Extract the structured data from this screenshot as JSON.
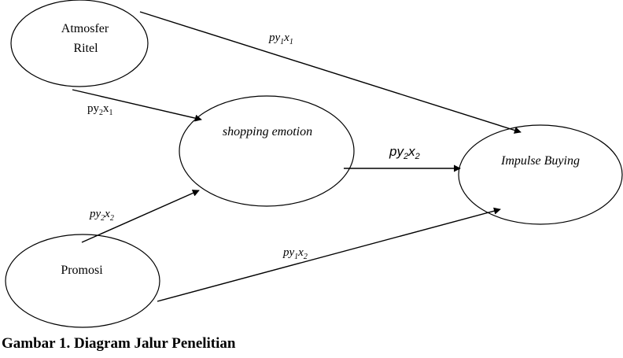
{
  "nodes": {
    "atmosfer": {
      "line1": "Atmosfer",
      "line2": "Ritel"
    },
    "shopping": {
      "label": "shopping emotion"
    },
    "impulse": {
      "label": "Impulse Buying"
    },
    "promosi": {
      "label": "Promosi"
    }
  },
  "edges": {
    "atmosfer_impulse": {
      "base": "py",
      "sub1": "1",
      "mid": "x",
      "sub2": "1"
    },
    "atmosfer_shopping": {
      "base": "py",
      "sub1": "2",
      "mid": "x",
      "sub2": "1"
    },
    "shopping_impulse": {
      "base": "py",
      "sub1": "2",
      "mid": "x",
      "sub2": "2"
    },
    "promosi_shopping": {
      "base": "py",
      "sub1": "2",
      "mid": "x",
      "sub2": "2"
    },
    "promosi_impulse": {
      "base": "py",
      "sub1": "1",
      "mid": "x",
      "sub2": "2"
    }
  },
  "caption": "Gambar 1. Diagram Jalur Penelitian"
}
